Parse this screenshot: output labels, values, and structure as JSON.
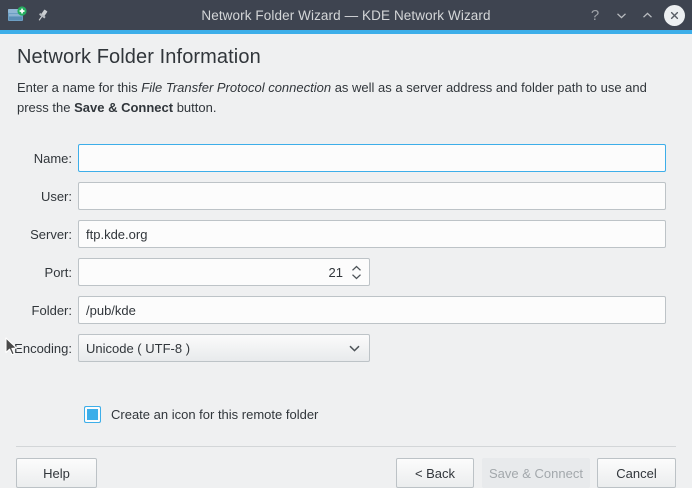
{
  "window": {
    "title": "Network Folder Wizard — KDE Network Wizard",
    "app_icon": "network-folder-add-icon",
    "pin_icon": "pin-icon",
    "controls": {
      "help": "?",
      "minimize": "chevron-down-icon",
      "maximize": "chevron-up-icon",
      "close": "close-icon"
    },
    "titlebar_color": "#3e4450",
    "accent_color": "#3daee9"
  },
  "page": {
    "heading": "Network Folder Information",
    "description": {
      "part1": "Enter a name for this ",
      "emphasis": "File Transfer Protocol connection",
      "part2": " as well as a server address and folder path to use and press the ",
      "strong": "Save & Connect",
      "part3": " button."
    }
  },
  "form": {
    "fields": [
      {
        "label": "Name:",
        "value": "",
        "placeholder": "",
        "focused": true
      },
      {
        "label": "User:",
        "value": "",
        "placeholder": "",
        "focused": false
      },
      {
        "label": "Server:",
        "value": "ftp.kde.org",
        "placeholder": "",
        "focused": false
      },
      {
        "label": "Port:",
        "value": "21",
        "placeholder": "",
        "focused": false
      },
      {
        "label": "Folder:",
        "value": "/pub/kde",
        "placeholder": "",
        "focused": false
      },
      {
        "label": "Encoding:",
        "value": "Unicode ( UTF-8 )",
        "placeholder": "",
        "focused": false
      }
    ],
    "checkbox": {
      "label": "Create an icon for this remote folder",
      "checked": true
    }
  },
  "footer": {
    "help": "Help",
    "back": "< Back",
    "save_connect": "Save & Connect",
    "cancel": "Cancel",
    "save_connect_disabled": true
  }
}
